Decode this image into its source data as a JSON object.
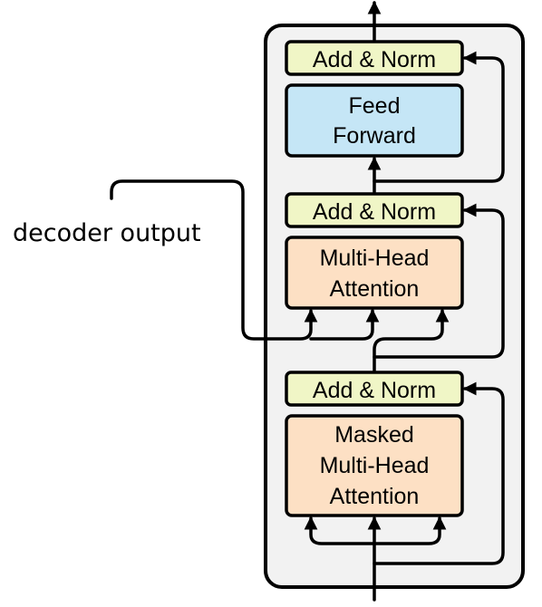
{
  "diagram": {
    "side_label": "decoder output",
    "blocks": {
      "add_norm_top": "Add & Norm",
      "feed_forward_line1": "Feed",
      "feed_forward_line2": "Forward",
      "add_norm_middle": "Add & Norm",
      "mha_line1": "Multi-Head",
      "mha_line2": "Attention",
      "add_norm_bottom": "Add & Norm",
      "masked_line1": "Masked",
      "masked_line2": "Multi-Head",
      "masked_line3": "Attention"
    },
    "colors": {
      "add_norm_fill": "#f0f6c6",
      "feed_forward_fill": "#c5e6f6",
      "attention_fill": "#fde0c4",
      "container_fill": "#f2f2f2",
      "stroke": "#000000"
    }
  }
}
